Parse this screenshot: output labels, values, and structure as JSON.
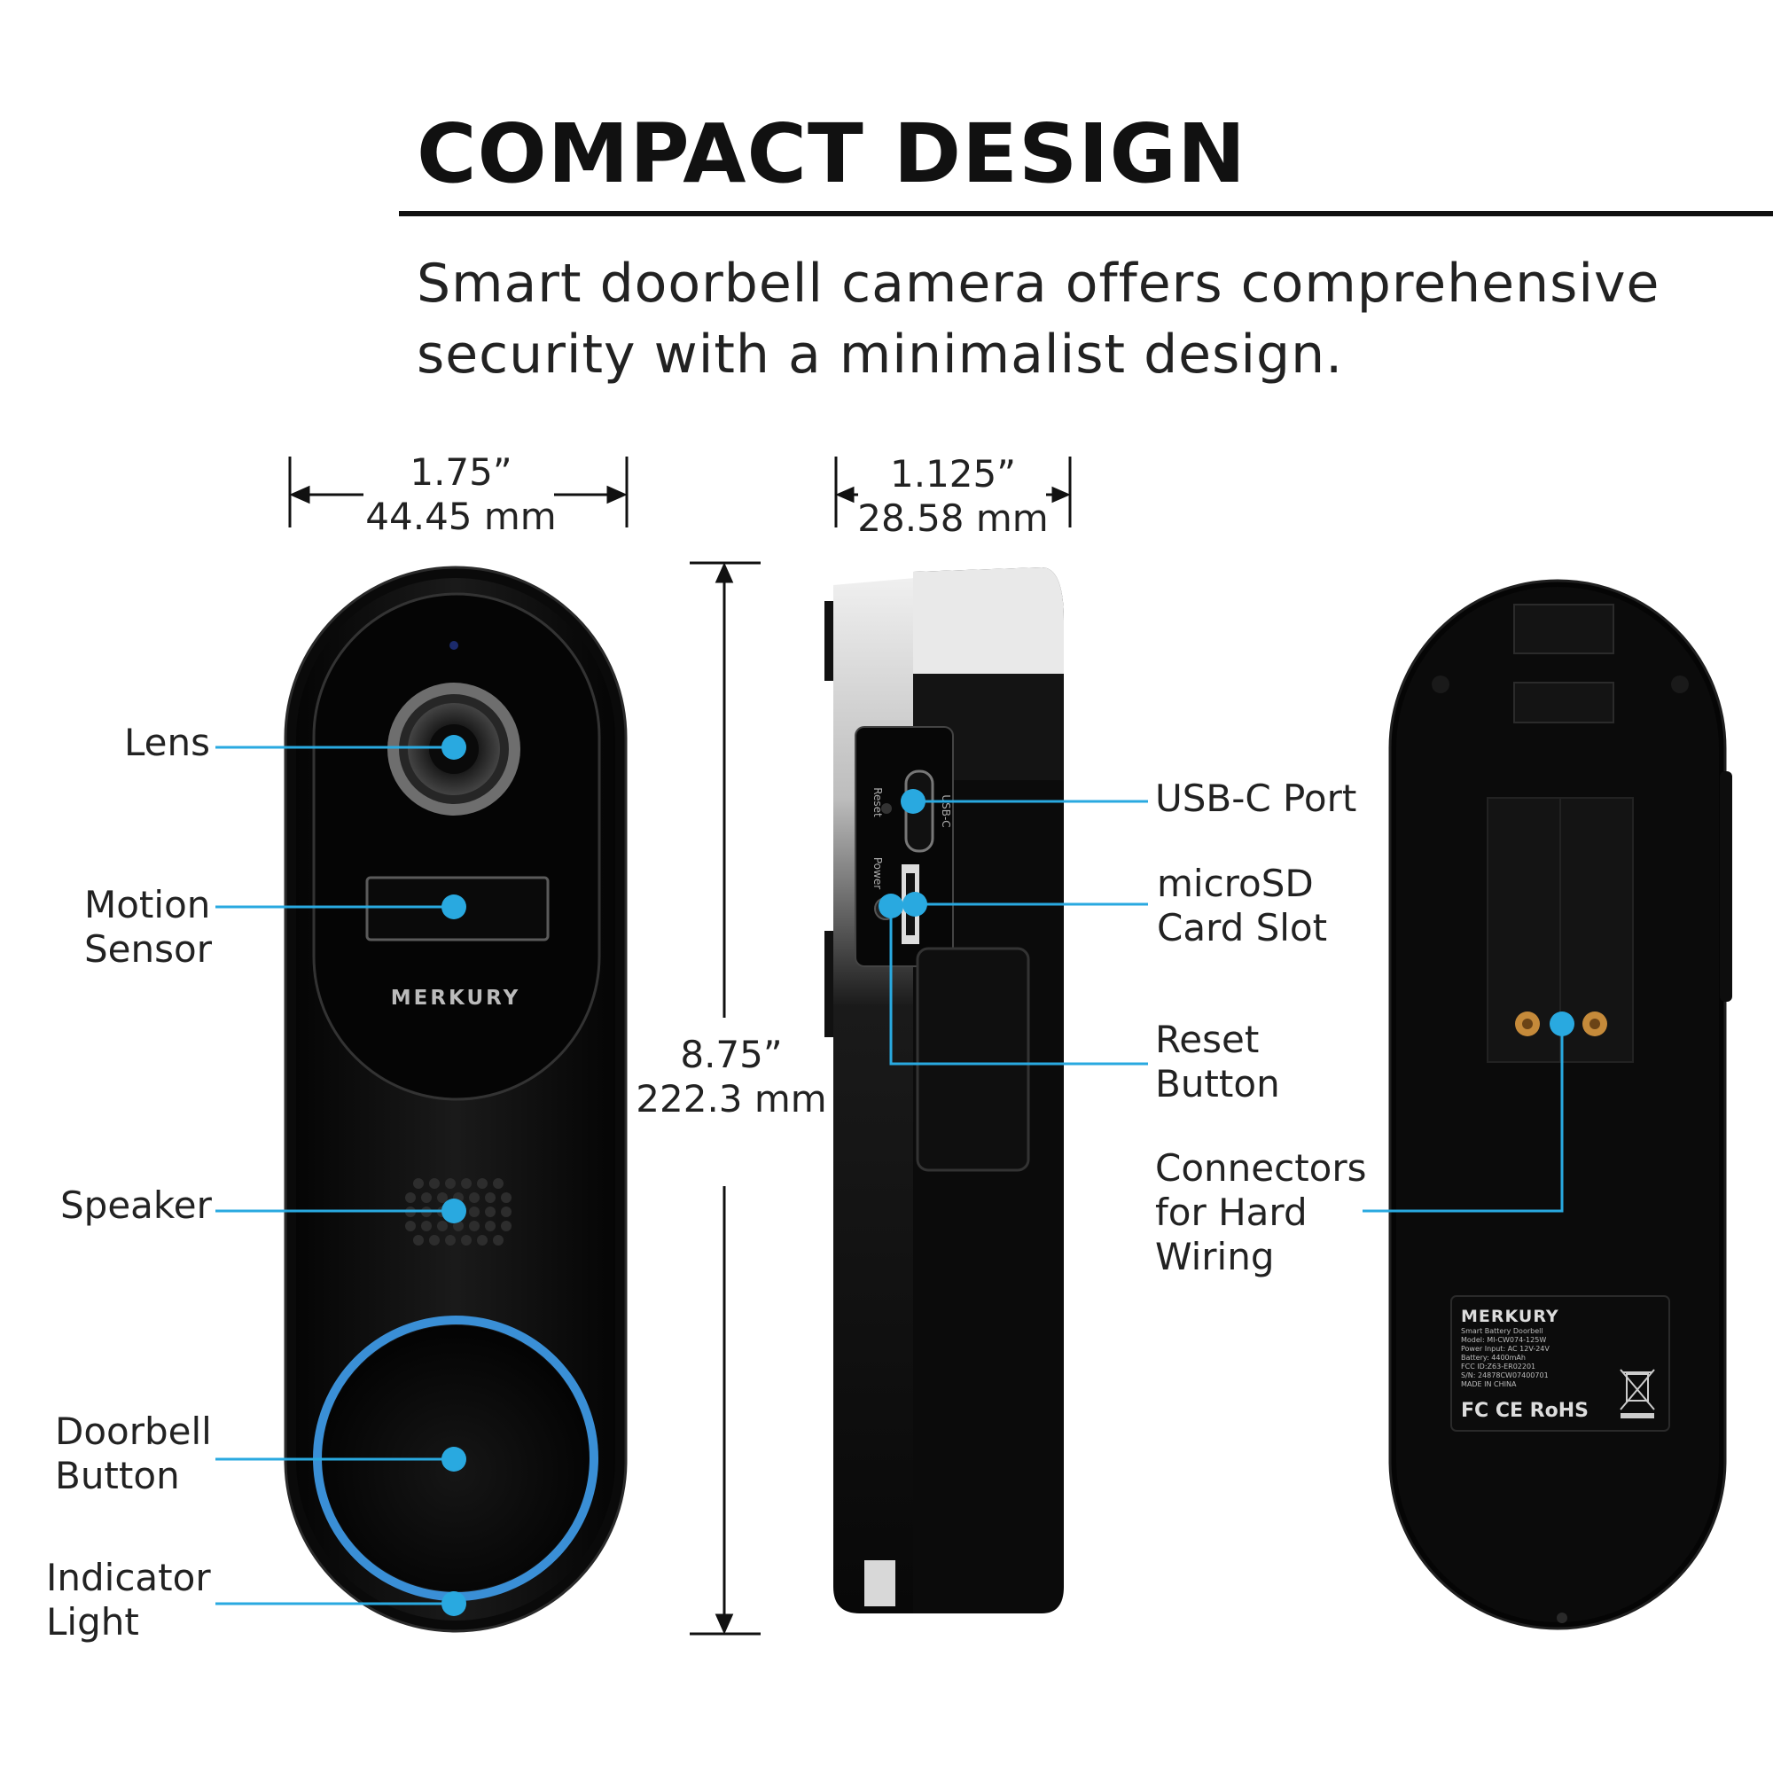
{
  "header": {
    "title": "COMPACT DESIGN",
    "subtitle": "Smart doorbell camera offers comprehensive security with a minimalist design."
  },
  "dimensions": {
    "width_in": "1.75”",
    "width_mm": "44.45 mm",
    "depth_in": "1.125”",
    "depth_mm": "28.58 mm",
    "height_in": "8.75”",
    "height_mm": "222.3 mm"
  },
  "front_callouts": {
    "lens": "Lens",
    "motion_sensor": "Motion\nSensor",
    "speaker": "Speaker",
    "doorbell_button": "Doorbell\nButton",
    "indicator_light": "Indicator\nLight"
  },
  "side_callouts": {
    "usb_c_port": "USB-C Port",
    "microsd_slot": "microSD\nCard Slot",
    "reset_button": "Reset\nButton",
    "connectors": "Connectors\nfor Hard\nWiring"
  },
  "device_text": {
    "front_brand": "MERKURY",
    "side_port_usb": "USB-C",
    "side_port_power": "Power",
    "side_port_reset": "Reset",
    "label_brand": "MERKURY",
    "label_line1": "Smart Battery Doorbell",
    "label_line2": "Model: MI-CW074-125W",
    "label_line3": "Power Input: AC 12V-24V",
    "label_line4": "Battery: 4400mAh",
    "label_line5": "FCC ID:Z63-ER02201",
    "label_line6": "S/N: 24878CW07400701",
    "label_line7": "MADE IN CHINA",
    "label_marks": "FC CE RoHS"
  },
  "colors": {
    "callout_accent": "#29a9e0",
    "device_body": "#0c0c0c",
    "ring_glow": "#3a8fd6"
  }
}
